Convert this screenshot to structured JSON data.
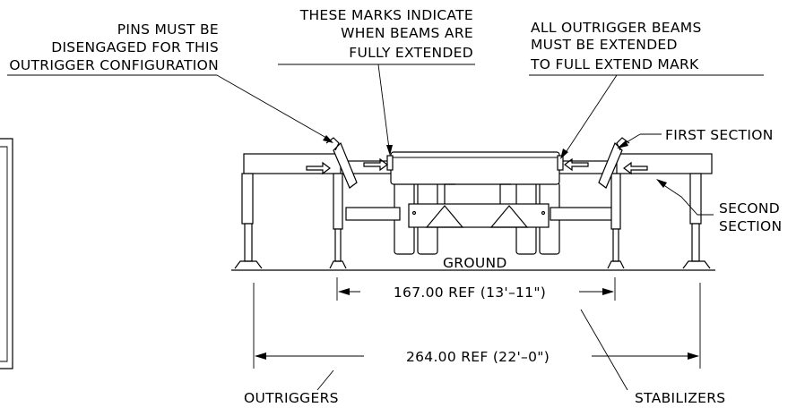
{
  "callouts": {
    "pins_line1": "PINS MUST BE",
    "pins_line2": "DISENGAGED FOR THIS",
    "pins_line3": "OUTRIGGER CONFIGURATION",
    "marks_line1": "THESE MARKS INDICATE",
    "marks_line2": "WHEN BEAMS ARE",
    "marks_line3": "FULLY EXTENDED",
    "beams_line1": "ALL OUTRIGGER BEAMS",
    "beams_line2": "MUST BE EXTENDED",
    "beams_line3": "TO FULL EXTEND MARK",
    "first_section": "FIRST SECTION",
    "second_section_line1": "SECOND",
    "second_section_line2": "SECTION",
    "ground": "GROUND",
    "outriggers": "OUTRIGGERS",
    "stabilizers": "STABILIZERS"
  },
  "dimensions": {
    "stabilizer_span": "167.00 REF (13'–11\")",
    "outrigger_span": "264.00 REF (22'–0\")"
  }
}
